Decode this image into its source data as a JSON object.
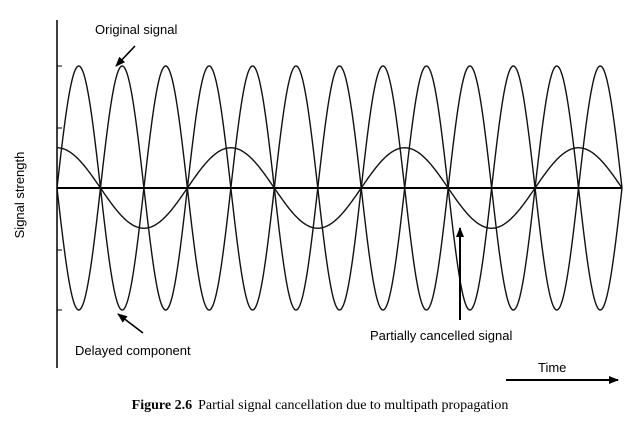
{
  "labels": {
    "original_signal": "Original signal",
    "delayed_component": "Delayed component",
    "partially_cancelled": "Partially cancelled signal",
    "y_axis": "Signal strength",
    "x_axis": "Time"
  },
  "caption": {
    "figure_number": "Figure 2.6",
    "text": "Partial signal cancellation due to multipath propagation"
  },
  "chart_data": {
    "type": "line",
    "xlabel": "Time",
    "ylabel": "Signal strength",
    "series": [
      {
        "name": "Original signal",
        "amplitude": 1.0,
        "cycles": 6.5,
        "phase_deg": 0
      },
      {
        "name": "Delayed component",
        "amplitude": 1.0,
        "cycles": 6.5,
        "phase_deg": 180
      },
      {
        "name": "Partially cancelled signal",
        "amplitude": 0.33,
        "cycles": 3.25,
        "phase_deg": 90
      }
    ],
    "grid": false
  }
}
